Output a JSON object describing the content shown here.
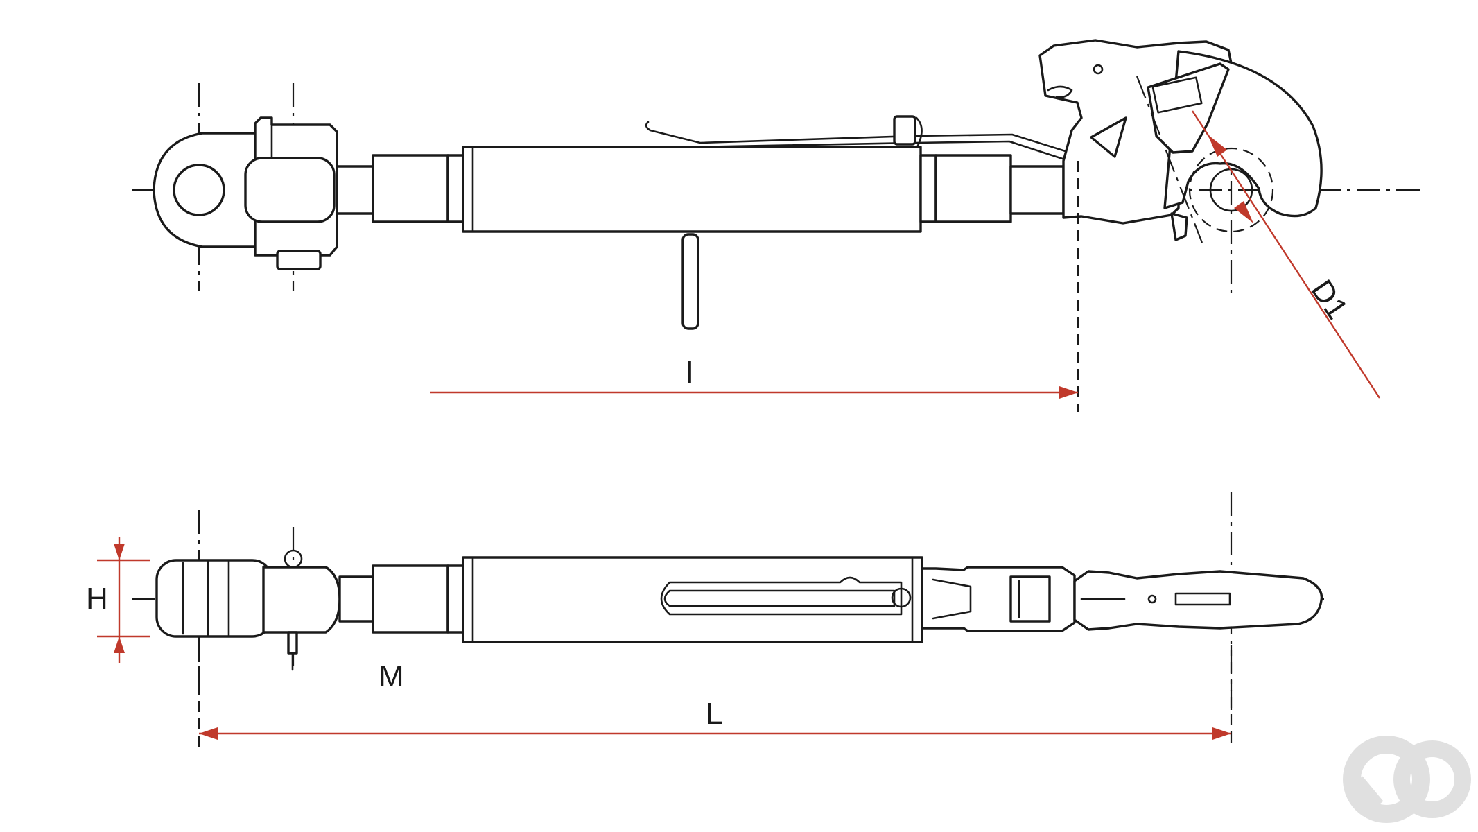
{
  "labels": {
    "l": "l",
    "d1": "D1",
    "h": "H",
    "m": "M",
    "big_l": "L"
  },
  "colors": {
    "outline": "#1a1a1a",
    "dimension": "#c0392b",
    "watermark": "#c8c8c8"
  },
  "watermark": {
    "icon": "logo-icon"
  }
}
